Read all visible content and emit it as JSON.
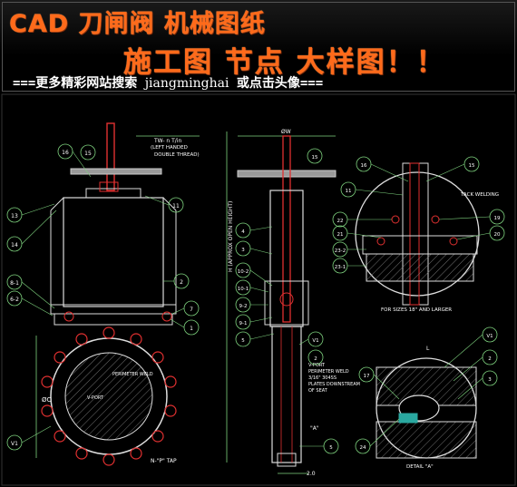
{
  "banner": {
    "title_line1": "CAD  刀闸阀  机械图纸",
    "title_line2": "施工图  节点  大样图！！",
    "promo_prefix": "===更多精彩网站搜索 ",
    "promo_site": "jiangminghai",
    "promo_suffix": " 或点击头像==="
  },
  "drawing": {
    "notes": {
      "thread": "TW- n T/in",
      "thread2": "(LEFT HANDED",
      "thread3": "DOUBLE THREAD)",
      "open_height": "H (APPROX OPEN HEIGHT)",
      "phi_w": "ØW",
      "tack_welding": "TACK WELDING",
      "sizes": "FOR SIZES 18\" AND LARGER",
      "perimeter_weld": "PERIMETER WELD",
      "v_port": "V-PORT",
      "vport_notes": [
        "V-PORT",
        "PERIMETER WELD",
        "3/16\" 304SS",
        "PLATES DOWNSTREAM",
        "OF SEAT"
      ],
      "phi_c": "ØC",
      "tap": "N-\"P\" TAP",
      "section_a": "\"A\"",
      "dim_2": "2.0",
      "detail_a": "DETAIL \"A\"",
      "l_label": "L"
    },
    "callouts_left": [
      "16",
      "15",
      "11",
      "13",
      "14",
      "2",
      "8-1",
      "6-2",
      "7",
      "1",
      "V1"
    ],
    "callouts_mid": [
      "15",
      "4",
      "3",
      "10-2",
      "10-1",
      "9-2",
      "9-1",
      "5",
      "V1",
      "2",
      "5"
    ],
    "callouts_right_top": [
      "16",
      "15",
      "11",
      "22",
      "21",
      "23-2",
      "23-1",
      "19",
      "20"
    ],
    "callouts_right_bottom": [
      "17",
      "V1",
      "24",
      "2",
      "3"
    ]
  }
}
